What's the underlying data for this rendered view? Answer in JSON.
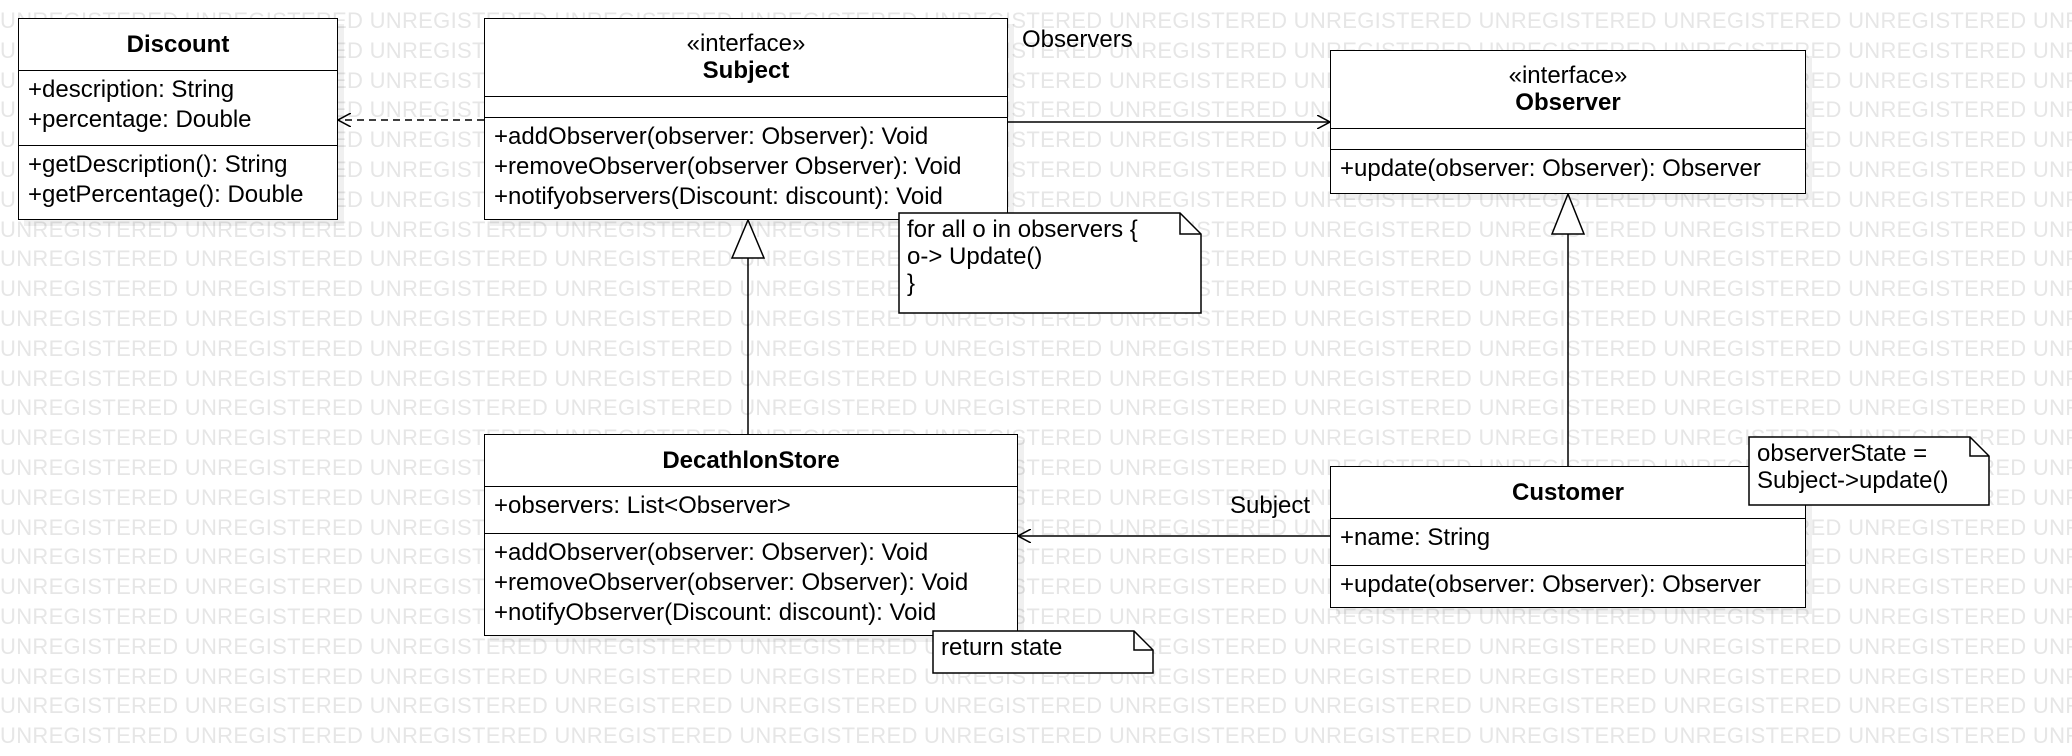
{
  "watermark_text": "UNREGISTERED",
  "classes": {
    "discount": {
      "name": "Discount",
      "attributes": [
        "+description: String",
        "+percentage: Double"
      ],
      "operations": [
        "+getDescription(): String",
        "+getPercentage(): Double"
      ]
    },
    "subject": {
      "stereotype": "«interface»",
      "name": "Subject",
      "operations": [
        "+addObserver(observer: Observer): Void",
        "+removeObserver(observer Observer): Void",
        "+notifyobservers(Discount: discount): Void"
      ]
    },
    "observer": {
      "stereotype": "«interface»",
      "name": "Observer",
      "operations": [
        "+update(observer: Observer): Observer"
      ]
    },
    "decathlon": {
      "name": "DecathlonStore",
      "attributes": [
        "+observers: List<Observer>"
      ],
      "operations": [
        "+addObserver(observer: Observer): Void",
        "+removeObserver(observer: Observer): Void",
        "+notifyObserver(Discount: discount): Void"
      ]
    },
    "customer": {
      "name": "Customer",
      "attributes": [
        "+name: String"
      ],
      "operations": [
        "+update(observer: Observer): Observer"
      ]
    }
  },
  "notes": {
    "notify_note": [
      "for all o in observers {",
      "o-> Update()",
      "}"
    ],
    "return_note": [
      "return state"
    ],
    "observer_state_note": [
      "observerState =",
      "Subject->update()"
    ]
  },
  "association_labels": {
    "observers": "Observers",
    "subject": "Subject"
  }
}
